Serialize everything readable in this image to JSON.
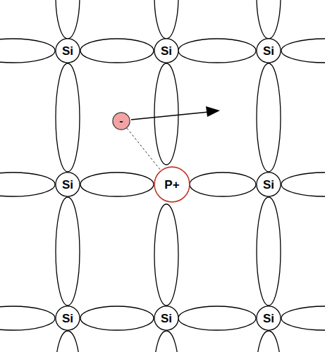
{
  "diagram": {
    "nodes": [
      {
        "text": [
          "Si"
        ]
      },
      {
        "text": [
          "Si"
        ]
      },
      {
        "text": [
          "Si"
        ]
      },
      {
        "text": [
          "-"
        ]
      },
      {
        "text": [
          "Si"
        ]
      },
      {
        "text": [
          "P+"
        ]
      },
      {
        "text": [
          "Si"
        ]
      },
      {
        "text": [
          "Si"
        ]
      },
      {
        "text": [
          "Si"
        ]
      },
      {
        "text": [
          "Si"
        ]
      }
    ],
    "edges": [
      {
        "from": 3,
        "to": 5,
        "arrow": "none"
      }
    ]
  }
}
